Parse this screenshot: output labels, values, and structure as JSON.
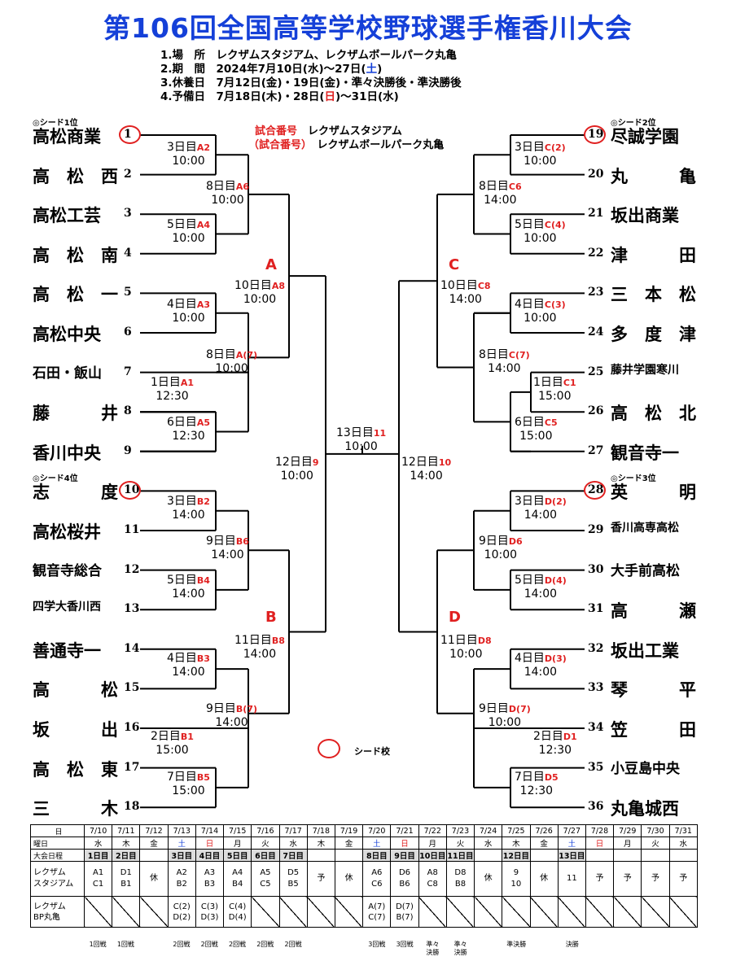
{
  "title": "第106回全国高等学校野球選手権香川大会",
  "info": [
    "1.場　所　レクザムスタジアム、レクザムボールパーク丸亀",
    "2.期　間　2024年7月10日(水)～27日(",
    "3.休養日　7月12日(金)・19日(金)・準々決勝後・準決勝後",
    "4.予備日　7月18日(木)・28日(",
    "土",
    ")",
    "日",
    ")～31日(水)"
  ],
  "legend": {
    "l1a": "試合番号",
    "l1b": "レクザムスタジアム",
    "l2a": "（試合番号）",
    "l2b": "レクザムボールパーク丸亀"
  },
  "seed_labels": [
    "◎シード1位",
    "◎シード2位",
    "◎シード4位",
    "◎シード3位"
  ],
  "seed_key": "シード校",
  "blocks": [
    "A",
    "B",
    "C",
    "D"
  ],
  "teams_left": [
    {
      "n": "1",
      "name": "高松商業"
    },
    {
      "n": "2",
      "name": "高　松　西"
    },
    {
      "n": "3",
      "name": "高松工芸"
    },
    {
      "n": "4",
      "name": "高　松　南"
    },
    {
      "n": "5",
      "name": "高　松　一"
    },
    {
      "n": "6",
      "name": "高松中央"
    },
    {
      "n": "7",
      "name": "石田・飯山"
    },
    {
      "n": "8",
      "name": "藤　　　井"
    },
    {
      "n": "9",
      "name": "香川中央"
    },
    {
      "n": "10",
      "name": "志　　　度"
    },
    {
      "n": "11",
      "name": "高松桜井"
    },
    {
      "n": "12",
      "name": "観音寺総合"
    },
    {
      "n": "13",
      "name": "四学大香川西"
    },
    {
      "n": "14",
      "name": "善通寺一"
    },
    {
      "n": "15",
      "name": "高　　　松"
    },
    {
      "n": "16",
      "name": "坂　　　出"
    },
    {
      "n": "17",
      "name": "高　松　東"
    },
    {
      "n": "18",
      "name": "三　　　木"
    }
  ],
  "teams_right": [
    {
      "n": "19",
      "name": "尽誠学園"
    },
    {
      "n": "20",
      "name": "丸　　　亀"
    },
    {
      "n": "21",
      "name": "坂出商業"
    },
    {
      "n": "22",
      "name": "津　　　田"
    },
    {
      "n": "23",
      "name": "三　本　松"
    },
    {
      "n": "24",
      "name": "多　度　津"
    },
    {
      "n": "25",
      "name": "藤井学園寒川"
    },
    {
      "n": "26",
      "name": "高　松　北"
    },
    {
      "n": "27",
      "name": "観音寺一"
    },
    {
      "n": "28",
      "name": "英　　　明"
    },
    {
      "n": "29",
      "name": "香川高専高松"
    },
    {
      "n": "30",
      "name": "大手前高松"
    },
    {
      "n": "31",
      "name": "高　　　瀬"
    },
    {
      "n": "32",
      "name": "坂出工業"
    },
    {
      "n": "33",
      "name": "琴　　　平"
    },
    {
      "n": "34",
      "name": "笠　　　田"
    },
    {
      "n": "35",
      "name": "小豆島中央"
    },
    {
      "n": "36",
      "name": "丸亀城西"
    }
  ],
  "matches": [
    {
      "day": "3日目",
      "code": "A2",
      "time": "10:00"
    },
    {
      "day": "5日目",
      "code": "A4",
      "time": "10:00"
    },
    {
      "day": "8日目",
      "code": "A6",
      "time": "10:00"
    },
    {
      "day": "4日目",
      "code": "A3",
      "time": "10:00"
    },
    {
      "day": "1日目",
      "code": "A1",
      "time": "12:30"
    },
    {
      "day": "6日目",
      "code": "A5",
      "time": "12:30"
    },
    {
      "day": "8日目",
      "code": "A(7)",
      "time": "10:00"
    },
    {
      "day": "10日目",
      "code": "A8",
      "time": "10:00"
    },
    {
      "day": "3日目",
      "code": "B2",
      "time": "14:00"
    },
    {
      "day": "5日目",
      "code": "B4",
      "time": "14:00"
    },
    {
      "day": "9日目",
      "code": "B6",
      "time": "14:00"
    },
    {
      "day": "4日目",
      "code": "B3",
      "time": "14:00"
    },
    {
      "day": "2日目",
      "code": "B1",
      "time": "15:00"
    },
    {
      "day": "7日目",
      "code": "B5",
      "time": "15:00"
    },
    {
      "day": "9日目",
      "code": "B(7)",
      "time": "14:00"
    },
    {
      "day": "11日目",
      "code": "B8",
      "time": "14:00"
    },
    {
      "day": "3日目",
      "code": "C(2)",
      "time": "10:00"
    },
    {
      "day": "5日目",
      "code": "C(4)",
      "time": "10:00"
    },
    {
      "day": "8日目",
      "code": "C6",
      "time": "14:00"
    },
    {
      "day": "4日目",
      "code": "C(3)",
      "time": "10:00"
    },
    {
      "day": "1日目",
      "code": "C1",
      "time": "15:00"
    },
    {
      "day": "6日目",
      "code": "C5",
      "time": "15:00"
    },
    {
      "day": "8日目",
      "code": "C(7)",
      "time": "14:00"
    },
    {
      "day": "10日目",
      "code": "C8",
      "time": "14:00"
    },
    {
      "day": "3日目",
      "code": "D(2)",
      "time": "14:00"
    },
    {
      "day": "5日目",
      "code": "D(4)",
      "time": "14:00"
    },
    {
      "day": "9日目",
      "code": "D6",
      "time": "10:00"
    },
    {
      "day": "4日目",
      "code": "D(3)",
      "time": "14:00"
    },
    {
      "day": "2日目",
      "code": "D1",
      "time": "12:30"
    },
    {
      "day": "7日目",
      "code": "D5",
      "time": "12:30"
    },
    {
      "day": "9日目",
      "code": "D(7)",
      "time": "10:00"
    },
    {
      "day": "11日目",
      "code": "D8",
      "time": "10:00"
    },
    {
      "day": "12日目",
      "code": "9",
      "time": "10:00"
    },
    {
      "day": "12日目",
      "code": "10",
      "time": "14:00"
    },
    {
      "day": "13日目",
      "code": "11",
      "time": "10:00"
    }
  ],
  "schedule": {
    "row_labels": [
      "日",
      "曜日",
      "大会日程",
      "レクザム\nスタジアム",
      "レクザム\nBP丸亀"
    ],
    "dates": [
      "7/10",
      "7/11",
      "7/12",
      "7/13",
      "7/14",
      "7/15",
      "7/16",
      "7/17",
      "7/18",
      "7/19",
      "7/20",
      "7/21",
      "7/22",
      "7/23",
      "7/24",
      "7/25",
      "7/26",
      "7/27",
      "7/28",
      "7/29",
      "7/30",
      "7/31"
    ],
    "weekdays": [
      "水",
      "木",
      "金",
      "土",
      "日",
      "月",
      "火",
      "水",
      "木",
      "金",
      "土",
      "日",
      "月",
      "火",
      "水",
      "木",
      "金",
      "土",
      "日",
      "月",
      "火",
      "水"
    ],
    "days": [
      "1日目",
      "2日目",
      "",
      "3日目",
      "4日目",
      "5日目",
      "6日目",
      "7日目",
      "",
      "",
      "8日目",
      "9日目",
      "10日目",
      "11日目",
      "",
      "12日目",
      "",
      "13日目",
      "",
      "",
      "",
      ""
    ],
    "stadium": [
      "A1\nC1",
      "D1\nB1",
      "休",
      "A2\nB2",
      "A3\nB3",
      "A4\nB4",
      "A5\nC5",
      "D5\nB5",
      "予",
      "休",
      "A6\nC6",
      "D6\nB6",
      "A8\nC8",
      "D8\nB8",
      "休",
      "9\n10",
      "休",
      "11",
      "予",
      "予",
      "予",
      "予"
    ],
    "bp": [
      "",
      "",
      "",
      "C(2)\nD(2)",
      "C(3)\nD(3)",
      "C(4)\nD(4)",
      "",
      "",
      "",
      "",
      "A(7)\nC(7)",
      "D(7)\nB(7)",
      "",
      "",
      "",
      "",
      "",
      "",
      "",
      "",
      "",
      ""
    ],
    "footer": [
      "1回戦",
      "1回戦",
      "",
      "2回戦",
      "2回戦",
      "2回戦",
      "2回戦",
      "2回戦",
      "",
      "",
      "3回戦",
      "3回戦",
      "準々\n決勝",
      "準々\n決勝",
      "",
      "準決勝",
      "",
      "決勝",
      "",
      "",
      "",
      ""
    ]
  }
}
